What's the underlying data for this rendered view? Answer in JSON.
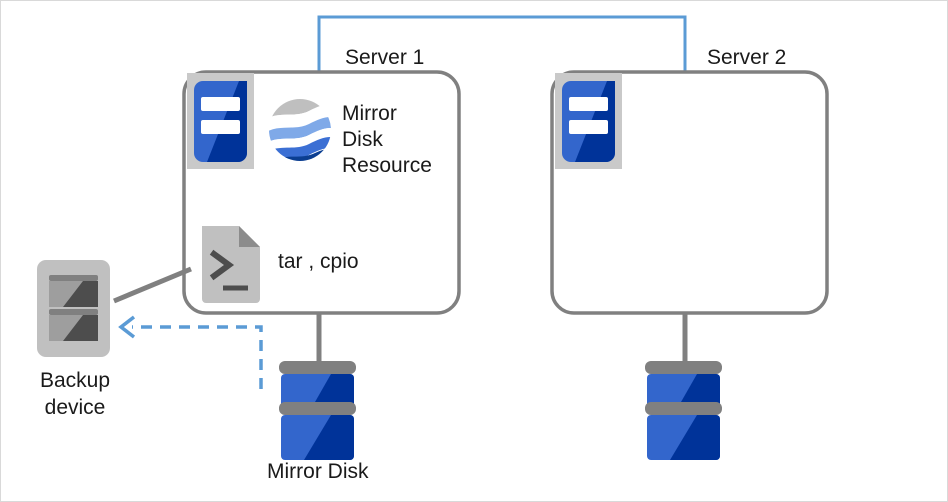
{
  "diagram": {
    "title_server1": "Server 1",
    "title_server2": "Server 2",
    "mirror_disk_resource": "Mirror\nDisk\nResource",
    "tar_cpio": "tar , cpio",
    "backup_device": "Backup\ndevice",
    "mirror_disk": "Mirror Disk"
  },
  "icons": {
    "server_icon_1": "server-icon",
    "server_icon_2": "server-icon",
    "globe_icon": "mirror-disk-resource-globe-icon",
    "script_icon": "terminal-script-icon",
    "backup_icon": "backup-device-icon",
    "disk_stack_1": "disk-stack-icon",
    "disk_stack_2": "disk-stack-icon",
    "arrow_icon": "dashed-backup-arrow-icon"
  },
  "colors": {
    "network_line": "#5b9bd5",
    "dashed_arrow": "#5b9bd5",
    "box_outline": "#808080",
    "connector_line": "#808080",
    "disk_blue_light": "#3366cc",
    "disk_blue_dark": "#003399",
    "disk_band_grey": "#808080",
    "icon_frame_grey": "#c9c9c9",
    "script_grey": "#c0c0c0",
    "backup_grey": "#c0c0c0",
    "backup_dark": "#4d4d4d",
    "globe_grey": "#bfbfbf",
    "globe_blue_light": "#7fa9e8",
    "globe_blue_mid": "#3b6fd4",
    "globe_blue_dark": "#0b3e91",
    "text": "#1a1a1a",
    "page_border": "#d9d9d9",
    "background": "#ffffff"
  }
}
